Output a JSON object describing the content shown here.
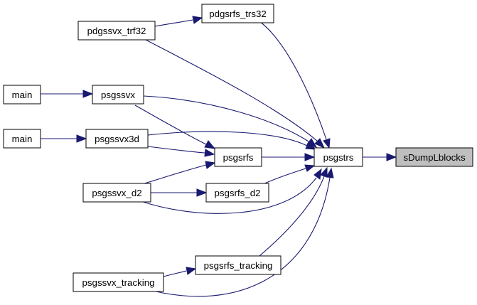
{
  "nodes": {
    "sDumpLblocks": "sDumpLblocks",
    "psgstrs": "psgstrs",
    "pdgsrfs_trs32": "pdgsrfs_trs32",
    "pdgssvx_trf32": "pdgssvx_trf32",
    "main_1": "main",
    "psgssvx": "psgssvx",
    "main_2": "main",
    "psgssvx3d": "psgssvx3d",
    "psgsrfs": "psgsrfs",
    "psgssvx_d2": "psgssvx_d2",
    "psgsrfs_d2": "psgsrfs_d2",
    "psgsrfs_tracking": "psgsrfs_tracking",
    "psgssvx_tracking": "psgssvx_tracking"
  },
  "colors": {
    "edge": "#191970",
    "highlight_fill": "#bfbfbf"
  }
}
